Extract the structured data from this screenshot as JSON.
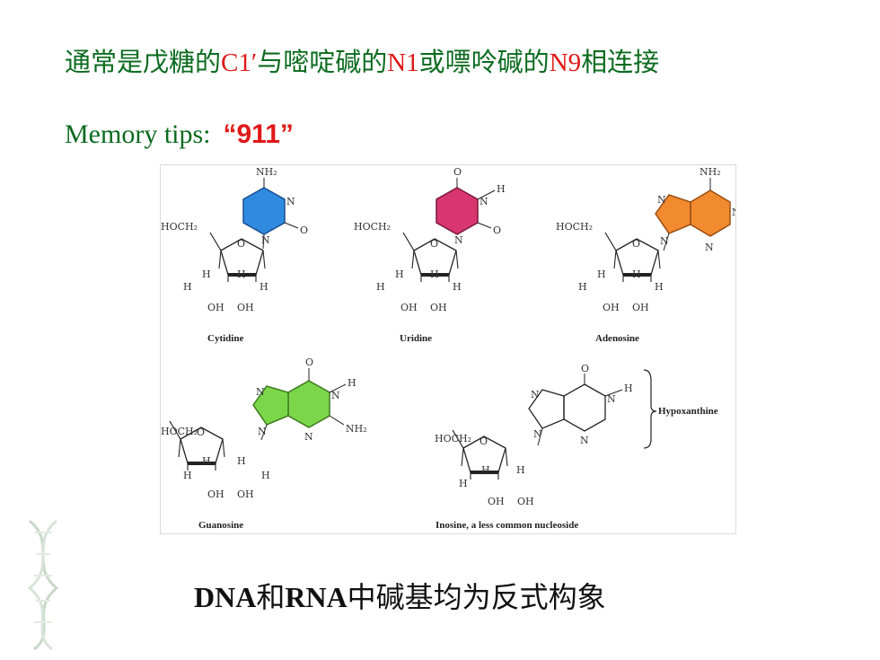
{
  "title": {
    "part1": "通常是戊糖的",
    "c1": "C1′",
    "part2": "与嘧啶碱的",
    "n1": "N1",
    "part3": "或嘌呤碱的",
    "n9": "N9",
    "part4": "相连接"
  },
  "memory": {
    "label": "Memory tips:",
    "tip": "“911”"
  },
  "figure": {
    "labels": {
      "nh2": "NH₂",
      "o": "O",
      "h": "H",
      "n": "N",
      "hoch2": "HOCH₂",
      "oh": "OH"
    },
    "captions": {
      "cytidine": "Cytidine",
      "uridine": "Uridine",
      "adenosine": "Adenosine",
      "guanosine": "Guanosine",
      "inosine": "Inosine, a less common nucleoside",
      "hypoxanthine": "Hypoxanthine"
    },
    "colors": {
      "cytidine": "#2f8be0",
      "uridine": "#d8366e",
      "adenosine": "#f28a30",
      "guanosine": "#7cd64a"
    }
  },
  "bottom": {
    "dna": "DNA",
    "and": "和",
    "rna": "RNA",
    "rest": "中碱基均为反式构象"
  }
}
